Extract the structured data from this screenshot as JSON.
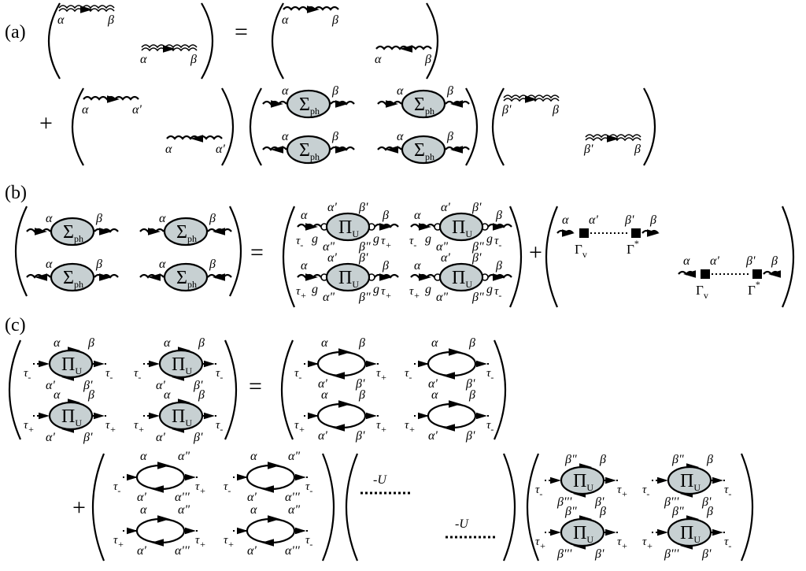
{
  "panels": {
    "a": "(a)",
    "b": "(b)",
    "c": "(c)"
  },
  "ops": {
    "equals": "=",
    "plus": "+"
  },
  "symbols": {
    "sigma_main": "Σ",
    "sigma_sub": "ph",
    "pi_main": "Π",
    "pi_sub": "U",
    "gamma_main": "Γ",
    "gamma_sub": "v",
    "gamma_star": "*",
    "coupling_g": "g",
    "minus_u": "-U"
  },
  "labels": {
    "alpha": "α",
    "beta": "β",
    "alpha_p": "α'",
    "beta_p": "β'",
    "alpha_pp": "α\"",
    "beta_pp": "β\"",
    "alpha_ppp": "α'''",
    "beta_ppp": "β'''",
    "tau_minus": "τ",
    "tau_plus": "τ",
    "sub_minus": "-",
    "sub_plus": "+"
  },
  "colors": {
    "bubble_fill": "#c7d0d2",
    "ink": "#000000",
    "background": "#ffffff"
  },
  "icons": {
    "phonon_line": "wavy-line",
    "dressed_phonon": "double-wavy-line",
    "self_energy": "shaded-ellipse",
    "electron_loop": "open-ellipse",
    "vertex": "filled-square",
    "interaction": "dashed-line"
  }
}
